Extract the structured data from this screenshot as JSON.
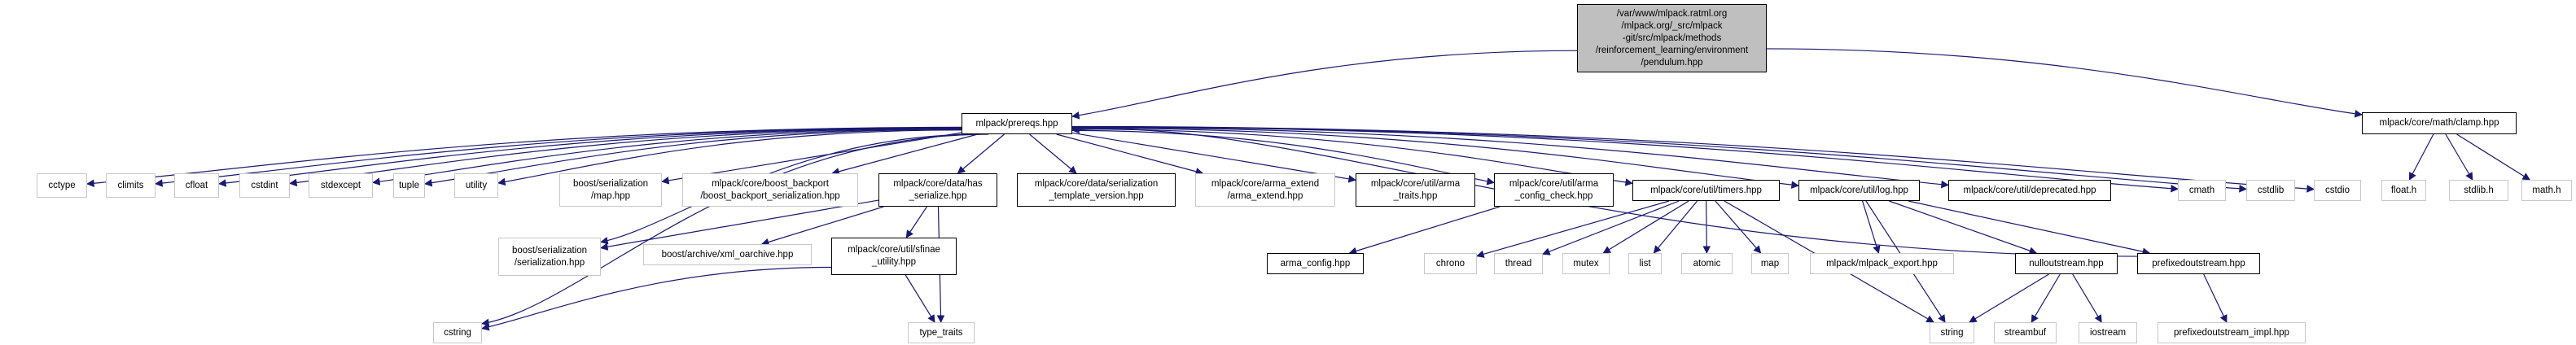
{
  "graph": {
    "title": "Include dependency graph for pendulum.hpp",
    "edge_color": "#191970",
    "nodes": {
      "root": {
        "label": "/var/www/mlpack.ratml.org\n/mlpack.org/_src/mlpack\n-git/src/mlpack/methods\n/reinforcement_learning/environment\n/pendulum.hpp",
        "kind": "root"
      },
      "prereqs": {
        "label": "mlpack/prereqs.hpp",
        "kind": "doc"
      },
      "clamp": {
        "label": "mlpack/core/math/clamp.hpp",
        "kind": "doc"
      },
      "cctype": {
        "label": "cctype",
        "kind": "ext"
      },
      "climits": {
        "label": "climits",
        "kind": "ext"
      },
      "cfloat": {
        "label": "cfloat",
        "kind": "ext"
      },
      "cstdint": {
        "label": "cstdint",
        "kind": "ext"
      },
      "stdexcept": {
        "label": "stdexcept",
        "kind": "ext"
      },
      "tuple": {
        "label": "tuple",
        "kind": "ext"
      },
      "utility": {
        "label": "utility",
        "kind": "ext"
      },
      "boost_map": {
        "label": "boost/serialization\n/map.hpp",
        "kind": "ext"
      },
      "boost_backport": {
        "label": "mlpack/core/boost_backport\n/boost_backport_serialization.hpp",
        "kind": "ext"
      },
      "has_serialize": {
        "label": "mlpack/core/data/has\n_serialize.hpp",
        "kind": "doc"
      },
      "ser_template": {
        "label": "mlpack/core/data/serialization\n_template_version.hpp",
        "kind": "doc"
      },
      "arma_extend": {
        "label": "mlpack/core/arma_extend\n/arma_extend.hpp",
        "kind": "ext"
      },
      "arma_traits": {
        "label": "mlpack/core/util/arma\n_traits.hpp",
        "kind": "doc"
      },
      "arma_config_check": {
        "label": "mlpack/core/util/arma\n_config_check.hpp",
        "kind": "doc"
      },
      "timers": {
        "label": "mlpack/core/util/timers.hpp",
        "kind": "doc"
      },
      "log": {
        "label": "mlpack/core/util/log.hpp",
        "kind": "doc"
      },
      "deprecated": {
        "label": "mlpack/core/util/deprecated.hpp",
        "kind": "doc"
      },
      "cmath": {
        "label": "cmath",
        "kind": "ext"
      },
      "cstdlib": {
        "label": "cstdlib",
        "kind": "ext"
      },
      "cstdio": {
        "label": "cstdio",
        "kind": "ext"
      },
      "float_h": {
        "label": "float.h",
        "kind": "ext"
      },
      "stdlib_h": {
        "label": "stdlib.h",
        "kind": "ext"
      },
      "math_h": {
        "label": "math.h",
        "kind": "ext"
      },
      "boost_ser": {
        "label": "boost/serialization\n/serialization.hpp",
        "kind": "ext"
      },
      "xml_oarchive": {
        "label": "boost/archive/xml_oarchive.hpp",
        "kind": "ext"
      },
      "sfinae": {
        "label": "mlpack/core/util/sfinae\n_utility.hpp",
        "kind": "doc"
      },
      "arma_config": {
        "label": "arma_config.hpp",
        "kind": "doc"
      },
      "chrono": {
        "label": "chrono",
        "kind": "ext"
      },
      "thread": {
        "label": "thread",
        "kind": "ext"
      },
      "mutex": {
        "label": "mutex",
        "kind": "ext"
      },
      "list": {
        "label": "list",
        "kind": "ext"
      },
      "atomic": {
        "label": "atomic",
        "kind": "ext"
      },
      "map": {
        "label": "map",
        "kind": "ext"
      },
      "mlpack_export": {
        "label": "mlpack/mlpack_export.hpp",
        "kind": "ext"
      },
      "nulloutstream": {
        "label": "nulloutstream.hpp",
        "kind": "doc"
      },
      "prefixedoutstream": {
        "label": "prefixedoutstream.hpp",
        "kind": "doc"
      },
      "cstring": {
        "label": "cstring",
        "kind": "ext"
      },
      "type_traits": {
        "label": "type_traits",
        "kind": "ext"
      },
      "string": {
        "label": "string",
        "kind": "ext"
      },
      "streambuf": {
        "label": "streambuf",
        "kind": "ext"
      },
      "iostream": {
        "label": "iostream",
        "kind": "ext"
      },
      "prefixed_impl": {
        "label": "prefixedoutstream_impl.hpp",
        "kind": "ext"
      }
    },
    "edges": [
      [
        "root",
        "prereqs"
      ],
      [
        "root",
        "clamp"
      ],
      [
        "prereqs",
        "cctype"
      ],
      [
        "prereqs",
        "climits"
      ],
      [
        "prereqs",
        "cfloat"
      ],
      [
        "prereqs",
        "cstdint"
      ],
      [
        "prereqs",
        "stdexcept"
      ],
      [
        "prereqs",
        "tuple"
      ],
      [
        "prereqs",
        "utility"
      ],
      [
        "prereqs",
        "cstring"
      ],
      [
        "prereqs",
        "boost_ser"
      ],
      [
        "prereqs",
        "boost_map"
      ],
      [
        "prereqs",
        "boost_backport"
      ],
      [
        "prereqs",
        "has_serialize"
      ],
      [
        "prereqs",
        "ser_template"
      ],
      [
        "prereqs",
        "arma_extend"
      ],
      [
        "prereqs",
        "arma_traits"
      ],
      [
        "prereqs",
        "arma_config_check"
      ],
      [
        "prereqs",
        "timers"
      ],
      [
        "prereqs",
        "log"
      ],
      [
        "prereqs",
        "deprecated"
      ],
      [
        "prereqs",
        "cmath"
      ],
      [
        "prereqs",
        "cstdlib"
      ],
      [
        "prereqs",
        "cstdio"
      ],
      [
        "prefixedoutstream",
        "prereqs"
      ],
      [
        "clamp",
        "float_h"
      ],
      [
        "clamp",
        "stdlib_h"
      ],
      [
        "clamp",
        "math_h"
      ],
      [
        "has_serialize",
        "boost_ser"
      ],
      [
        "has_serialize",
        "xml_oarchive"
      ],
      [
        "has_serialize",
        "sfinae"
      ],
      [
        "has_serialize",
        "type_traits"
      ],
      [
        "sfinae",
        "cstring"
      ],
      [
        "sfinae",
        "type_traits"
      ],
      [
        "arma_config_check",
        "arma_config"
      ],
      [
        "timers",
        "chrono"
      ],
      [
        "timers",
        "thread"
      ],
      [
        "timers",
        "mutex"
      ],
      [
        "timers",
        "list"
      ],
      [
        "timers",
        "atomic"
      ],
      [
        "timers",
        "map"
      ],
      [
        "timers",
        "string"
      ],
      [
        "log",
        "mlpack_export"
      ],
      [
        "log",
        "string"
      ],
      [
        "log",
        "nulloutstream"
      ],
      [
        "log",
        "prefixedoutstream"
      ],
      [
        "nulloutstream",
        "string"
      ],
      [
        "nulloutstream",
        "streambuf"
      ],
      [
        "nulloutstream",
        "iostream"
      ],
      [
        "prefixedoutstream",
        "prefixed_impl"
      ]
    ]
  }
}
